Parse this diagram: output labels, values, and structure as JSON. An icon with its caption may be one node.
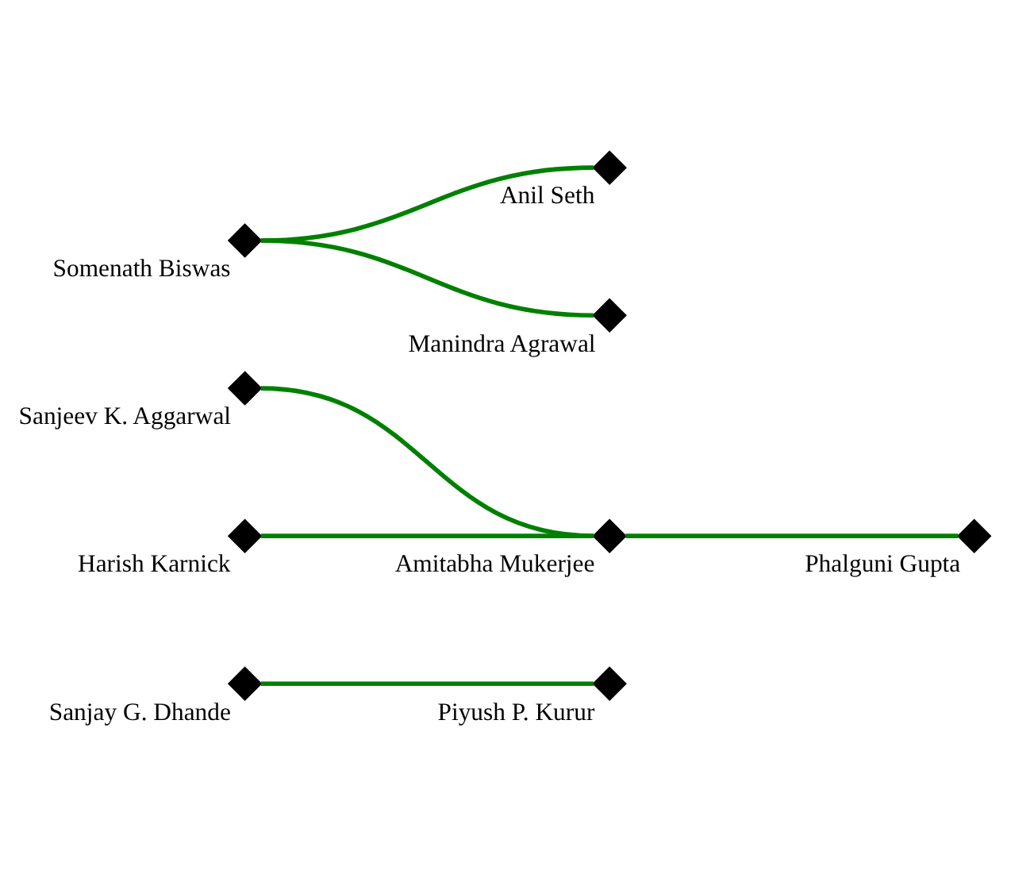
{
  "diagram": {
    "nodes": [
      {
        "text": [],
        "shape": "diamond",
        "beside": [
          "Sanjay G. Dhande"
        ]
      },
      {
        "text": [],
        "shape": "diamond",
        "beside": [
          "Sanjeev K. Aggarwal"
        ]
      },
      {
        "text": [],
        "shape": "diamond",
        "beside": [
          "Somenath Biswas"
        ]
      },
      {
        "text": [],
        "shape": "diamond",
        "beside": [
          "Harish Karnick"
        ]
      },
      {
        "text": [],
        "shape": "diamond",
        "beside": [
          "Piyush P. Kurur"
        ]
      },
      {
        "text": [],
        "shape": "diamond",
        "beside": [
          "Phalguni Gupta"
        ]
      },
      {
        "text": [],
        "shape": "diamond",
        "beside": [
          "Anil Seth"
        ]
      },
      {
        "text": [],
        "shape": "diamond",
        "beside": [
          "Amitabha Mukerjee"
        ]
      },
      {
        "text": [],
        "shape": "diamond",
        "beside": [
          "Manindra Agrawal"
        ]
      }
    ],
    "edges": [
      {
        "from": 0,
        "to": 4,
        "arrow": "none"
      },
      {
        "from": 1,
        "to": 7,
        "arrow": "none"
      },
      {
        "from": 3,
        "to": 7,
        "arrow": "none"
      },
      {
        "from": 2,
        "to": 6,
        "arrow": "none"
      },
      {
        "from": 2,
        "to": 8,
        "arrow": "none"
      },
      {
        "from": 7,
        "to": 5,
        "arrow": "none"
      }
    ]
  }
}
